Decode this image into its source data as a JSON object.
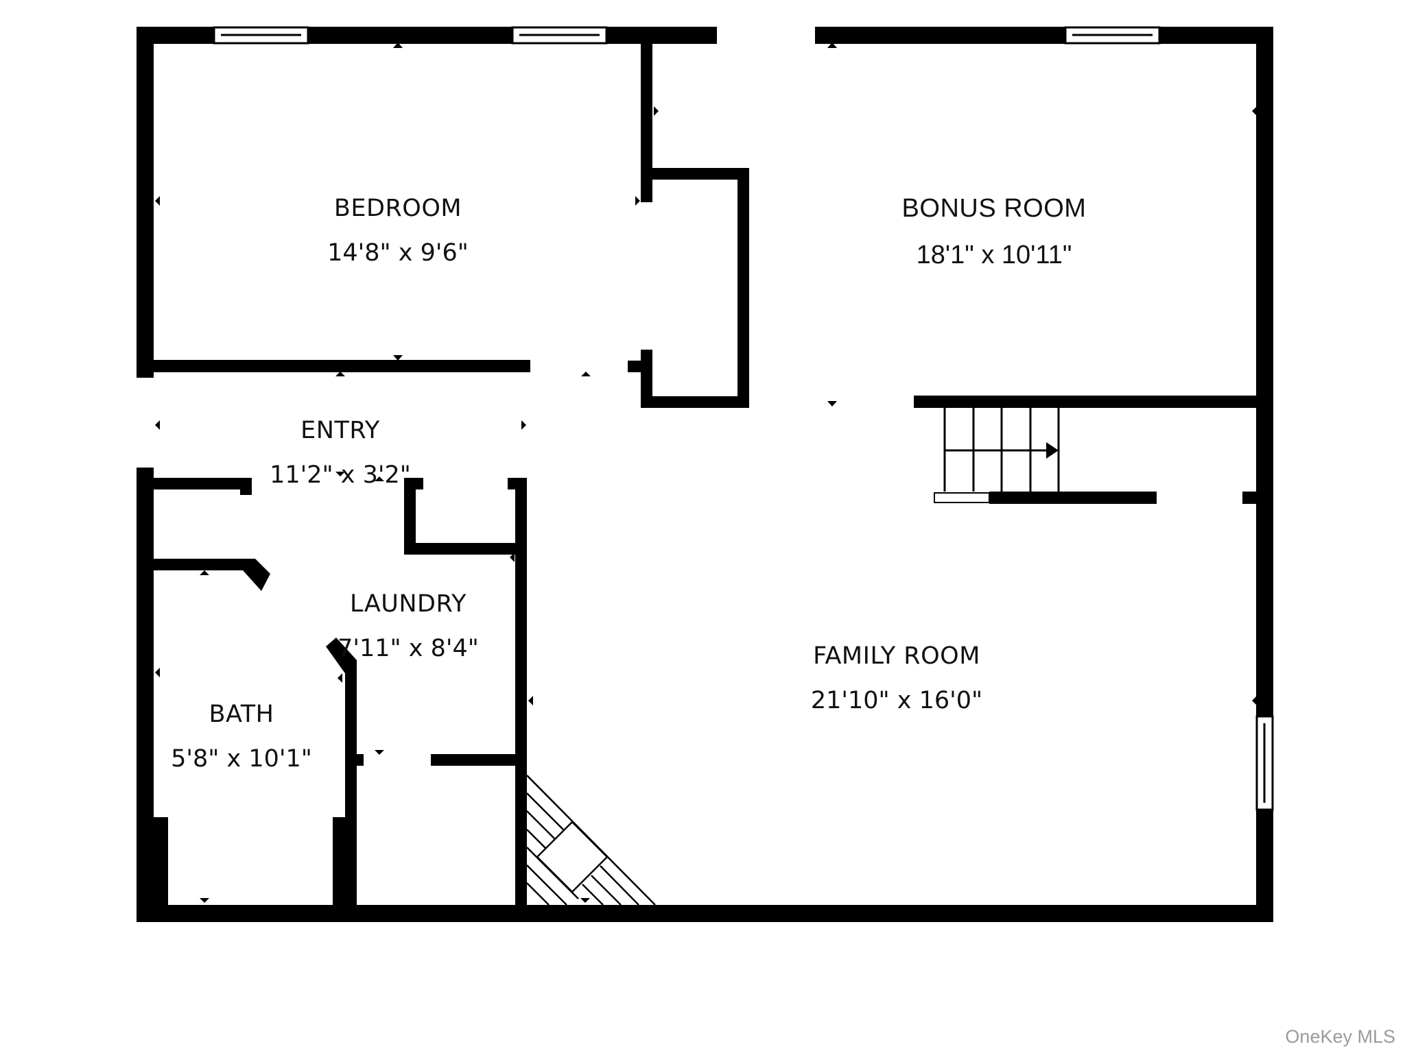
{
  "floor_plan": {
    "rooms": [
      {
        "id": "bedroom",
        "name": "BEDROOM",
        "dimensions": "14'8\" x 9'6\""
      },
      {
        "id": "bonus-room",
        "name": "BONUS ROOM",
        "dimensions": "18'1\" x 10'11\""
      },
      {
        "id": "entry",
        "name": "ENTRY",
        "dimensions": "11'2\" x 3'2\""
      },
      {
        "id": "laundry",
        "name": "LAUNDRY",
        "dimensions": "7'11\" x 8'4\""
      },
      {
        "id": "bath",
        "name": "BATH",
        "dimensions": "5'8\" x 10'1\""
      },
      {
        "id": "family-room",
        "name": "FAMILY ROOM",
        "dimensions": "21'10\" x 16'0\""
      }
    ],
    "colors": {
      "wall": "#000000",
      "background": "#ffffff",
      "watermark": "#9a9a9a"
    }
  },
  "watermark": "OneKey MLS"
}
